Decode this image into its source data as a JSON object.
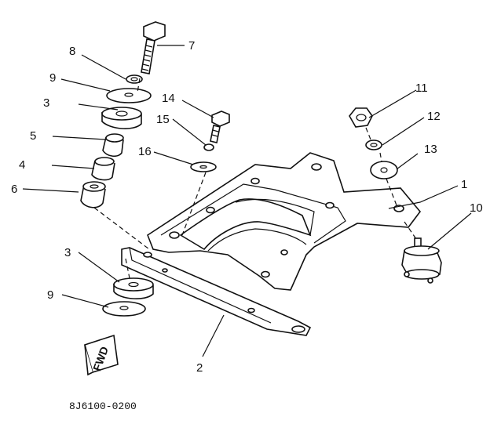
{
  "diagram": {
    "figure_code": "8J6100-0200",
    "direction_marker": "FWD",
    "callouts": [
      "1",
      "2",
      "3",
      "3",
      "4",
      "5",
      "6",
      "7",
      "8",
      "9",
      "9",
      "10",
      "11",
      "12",
      "13",
      "14",
      "15",
      "16"
    ]
  }
}
